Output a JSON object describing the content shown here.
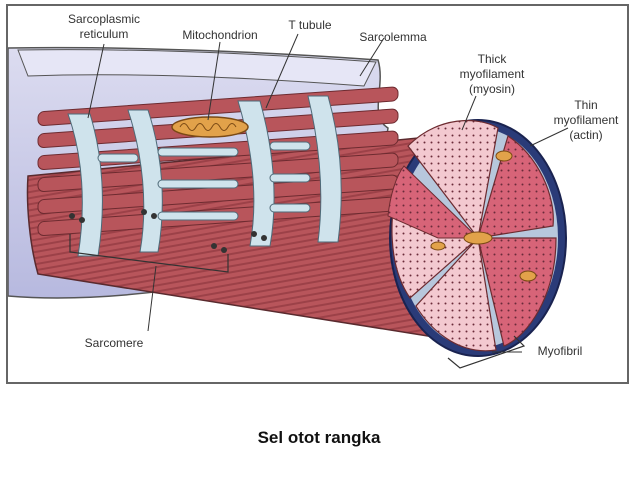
{
  "labels": {
    "sarcoplasmic_reticulum": "Sarcoplasmic\nreticulum",
    "mitochondrion": "Mitochondrion",
    "t_tubule": "T tubule",
    "sarcolemma": "Sarcolemma",
    "thick_myofilament": "Thick\nmyofilament\n(myosin)",
    "thin_myofilament": "Thin\nmyofilament\n(actin)",
    "sarcomere": "Sarcomere",
    "myofibril": "Myofibril"
  },
  "caption": "Sel otot rangka",
  "colors": {
    "sarcolemma": "#c6c8e6",
    "muscle": "#b8555b",
    "muscle_dark": "#7a2a30",
    "reticulum": "#cfe3ec",
    "myofibril_face": "#f3c9d0",
    "mitochondrion": "#e2a24a"
  }
}
